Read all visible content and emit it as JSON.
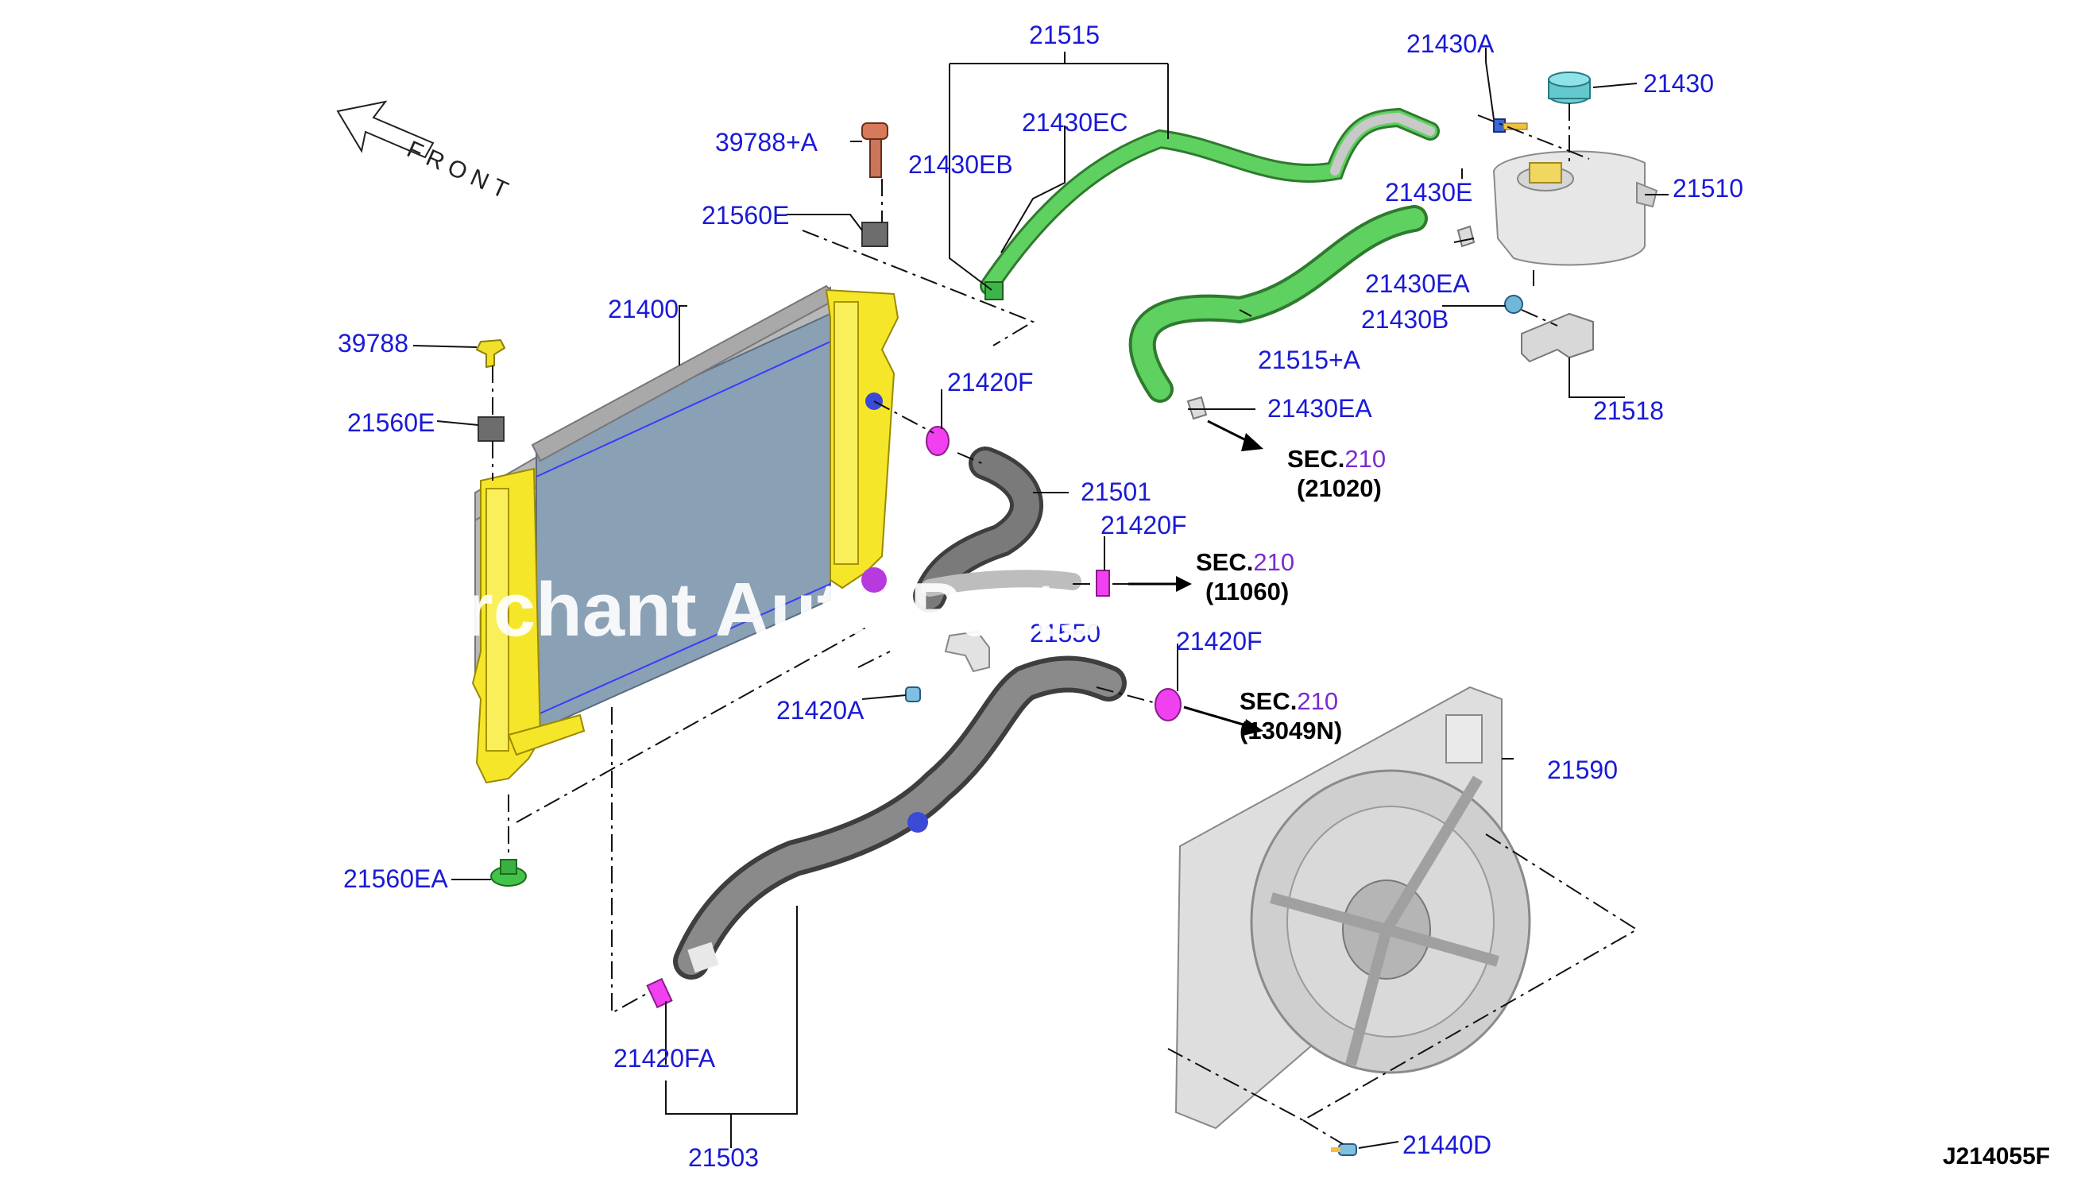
{
  "diagram": {
    "code": "J214055F",
    "front_label": "FRONT",
    "watermark": "Merchant Auto Parts",
    "colors": {
      "label_blue": "#1a1ad6",
      "section_purple": "#7a2bd0",
      "radiator_core": "#8aa0b4",
      "radiator_tank": "#f5e62a",
      "hose_green": "#46c14a",
      "hose_gray": "#6e6e6e",
      "clamp_magenta": "#f040f0"
    },
    "labels": {
      "p21515": "21515",
      "p21430a": "21430A",
      "p21430": "21430",
      "p39788a": "39788+A",
      "p21430ec": "21430EC",
      "p21430eb": "21430EB",
      "p21510": "21510",
      "p21430e": "21430E",
      "p21560e_top": "21560E",
      "p21430ea_top": "21430EA",
      "p21400": "21400",
      "p21430b": "21430B",
      "p39788": "39788",
      "p21515a": "21515+A",
      "p21420f_1": "21420F",
      "p21518": "21518",
      "p21430ea_bot": "21430EA",
      "p21560e_mid": "21560E",
      "p21501": "21501",
      "p21420f_2": "21420F",
      "p21550": "21550",
      "p21420f_3": "21420F",
      "p21420a": "21420A",
      "p21590": "21590",
      "p21560ea": "21560EA",
      "p21420fa": "21420FA",
      "p21503": "21503",
      "p21440d": "21440D"
    },
    "sections": [
      {
        "prefix": "SEC.",
        "num": "210",
        "sub": "(21020)"
      },
      {
        "prefix": "SEC.",
        "num": "210",
        "sub": "(11060)"
      },
      {
        "prefix": "SEC.",
        "num": "210",
        "sub": "(13049N)"
      }
    ]
  }
}
